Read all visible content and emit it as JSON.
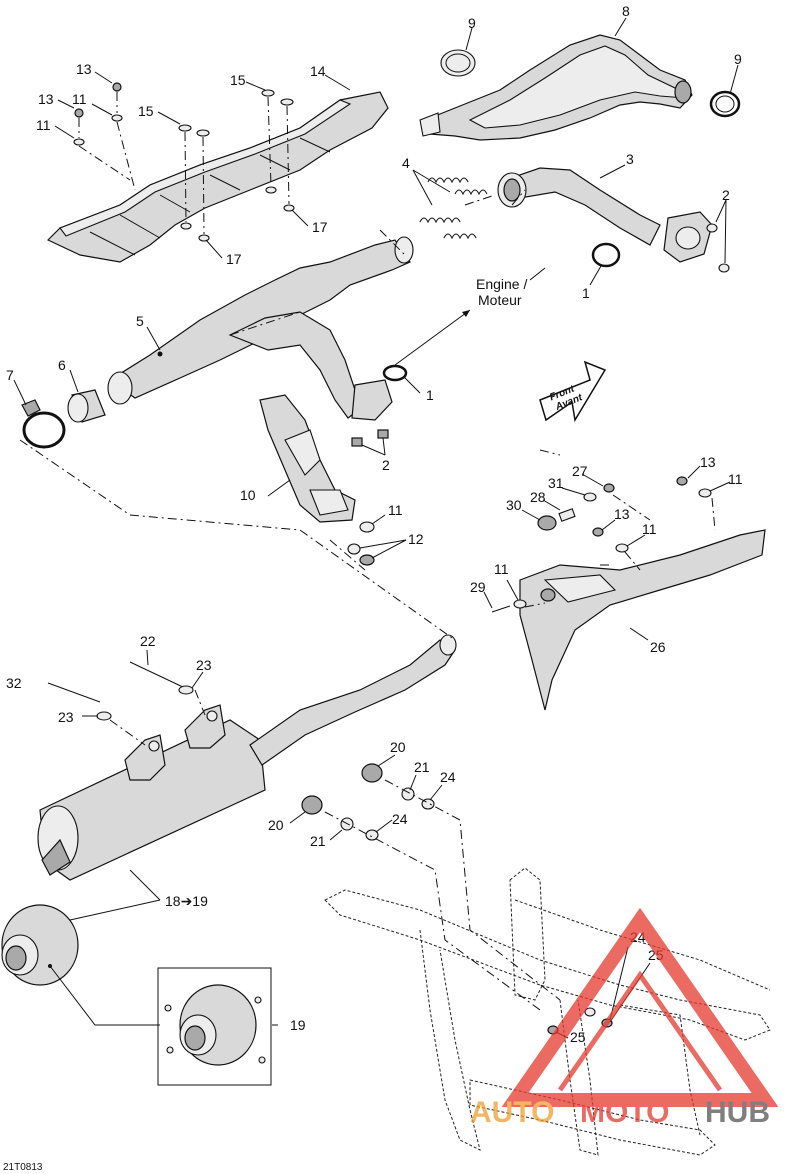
{
  "figure_id": "21T0813",
  "callouts": {
    "c1a": "1",
    "c1b": "1",
    "c2a": "2",
    "c2b": "2",
    "c3": "3",
    "c4": "4",
    "c5": "5",
    "c6": "6",
    "c7": "7",
    "c8": "8",
    "c9a": "9",
    "c9b": "9",
    "c10": "10",
    "c11a": "11",
    "c11b": "11",
    "c11c": "11",
    "c11d": "11",
    "c11e": "11",
    "c11f": "11",
    "c12": "12",
    "c13a": "13",
    "c13b": "13",
    "c13c": "13",
    "c13d": "13",
    "c14": "14",
    "c15a": "15",
    "c15b": "15",
    "c17a": "17",
    "c17b": "17",
    "c18": "18➔19",
    "c19": "19",
    "c20a": "20",
    "c20b": "20",
    "c21a": "21",
    "c21b": "21",
    "c22": "22",
    "c23a": "23",
    "c23b": "23",
    "c24a": "24",
    "c24b": "24",
    "c24c": "24",
    "c25a": "25",
    "c25b": "25",
    "c26": "26",
    "c27": "27",
    "c28": "28",
    "c29": "29",
    "c30": "30",
    "c31": "31",
    "c32": "32"
  },
  "engine_label": {
    "line1": "Engine /",
    "line2": "Moteur"
  },
  "front_arrow": {
    "line1": "Front",
    "line2": "Avant"
  },
  "watermark": {
    "part1": "AUTO",
    "part2": "MOTO",
    "part3": "HUB",
    "color_red": "#e53a2f",
    "color_orange": "#f0a030",
    "color_gray": "#555555"
  }
}
